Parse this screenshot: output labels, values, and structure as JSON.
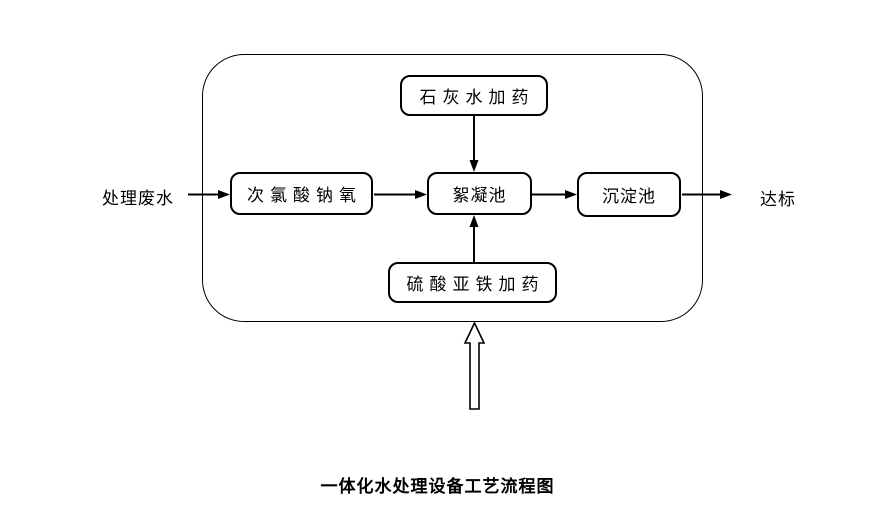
{
  "diagram": {
    "caption": "一体化水处理设备工艺流程图",
    "input_label": "处理废水",
    "output_label": "达标",
    "nodes": {
      "hypochlorite": "次氯酸钠氧",
      "lime": "石灰水加药",
      "flocculation": "絮凝池",
      "sedimentation": "沉淀池",
      "ferrous": "硫酸亚铁加药"
    },
    "colors": {
      "line": "#000000",
      "background": "#ffffff"
    }
  }
}
